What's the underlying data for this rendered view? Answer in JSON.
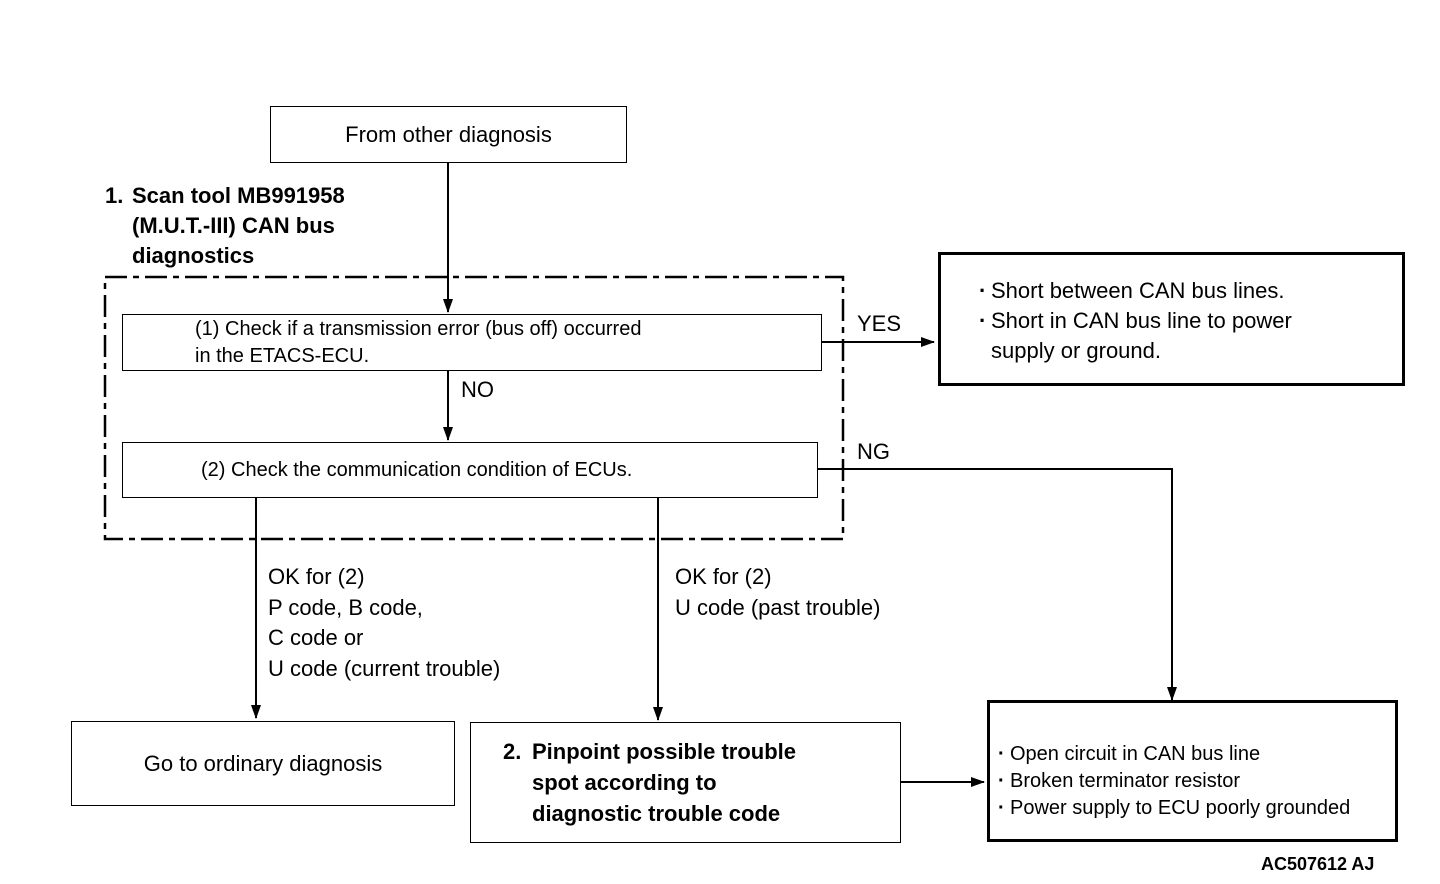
{
  "start_box": {
    "text": "From other diagnosis"
  },
  "step1": {
    "number": "1.",
    "lines": [
      "Scan tool MB991958",
      "(M.U.T.-III) CAN bus",
      "diagnostics"
    ]
  },
  "check1": {
    "lines": [
      "(1) Check if a transmission error (bus off) occurred",
      "in the ETACS-ECU."
    ]
  },
  "check2": {
    "text": "(2) Check the communication condition of ECUs."
  },
  "yes_label": "YES",
  "no_label": "NO",
  "ng_label": "NG",
  "yes_result": {
    "items": [
      "Short between CAN bus lines.",
      "Short in CAN bus line to power",
      "supply or ground."
    ]
  },
  "ok_left_label": {
    "lines": [
      "OK for (2)",
      "P code, B code,",
      "C code or",
      "U code (current trouble)"
    ]
  },
  "ok_mid_label": {
    "lines": [
      "OK for (2)",
      "U code (past trouble)"
    ]
  },
  "ordinary_box": {
    "text": "Go to ordinary diagnosis"
  },
  "step2": {
    "number": "2.",
    "lines": [
      "Pinpoint possible trouble",
      "spot according to",
      "diagnostic trouble code"
    ]
  },
  "ng_result": {
    "items": [
      "Open circuit in CAN bus line",
      "Broken terminator resistor",
      "Power supply to ECU poorly grounded"
    ]
  },
  "figure_code": "AC507612 AJ"
}
